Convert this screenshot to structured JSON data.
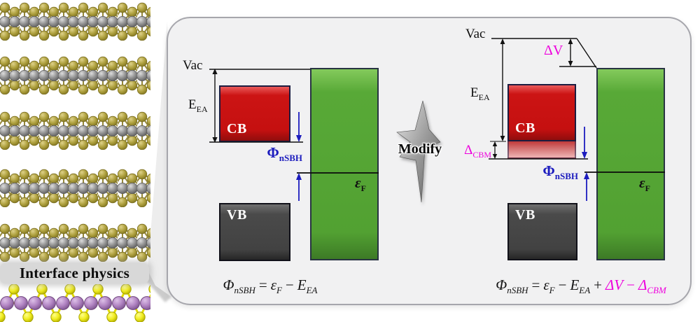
{
  "left_column": {
    "interface_label": "Interface physics",
    "structure_thumbnails": 5,
    "structure_names": [
      "mos2-layer",
      "mos2-layer",
      "mos2-layer",
      "mos2-layer",
      "mos2-layer",
      "modified-monolayer"
    ]
  },
  "modify": {
    "label": "Modify"
  },
  "colors": {
    "cb_red": "#CC1414",
    "vb_gray": "#474747",
    "metal_green": "#55A434",
    "sbh_blue": "#1C1CBE",
    "delta_magenta": "#EE00DD",
    "panel_bg": "#F1F1F2",
    "mos2_metal_atom": "#8F8F8F",
    "mos2_chalcogen_atom": "#B0A240",
    "layer_yellow_atom": "#F0EC20",
    "layer_violet_atom": "#B184C2"
  },
  "diagram_left": {
    "vac": "Vac",
    "eea": "E",
    "eea_sub": "EA",
    "cb": "CB",
    "vb": "VB",
    "phi": "Φ",
    "phi_sub": "nSBH",
    "ef": "ε",
    "ef_sub": "F",
    "formula": {
      "phi": "Φ",
      "phi_sub": "nSBH",
      "eq": "=",
      "ef": "ε",
      "ef_sub": "F",
      "minus": "−",
      "eea": "E",
      "eea_sub": "EA"
    }
  },
  "diagram_right": {
    "vac": "Vac",
    "dv": "ΔV",
    "eea": "E",
    "eea_sub": "EA",
    "cb": "CB",
    "dcbm": "Δ",
    "dcbm_sub": "CBM",
    "vb": "VB",
    "phi": "Φ",
    "phi_sub": "nSBH",
    "ef": "ε",
    "ef_sub": "F",
    "formula": {
      "phi": "Φ",
      "phi_sub": "nSBH",
      "eq": "=",
      "ef": "ε",
      "ef_sub": "F",
      "minus": "−",
      "eea": "E",
      "eea_sub": "EA",
      "plus": "+",
      "dv": "ΔV",
      "minus2": "−",
      "dcbm": "Δ",
      "dcbm_sub": "CBM"
    }
  }
}
